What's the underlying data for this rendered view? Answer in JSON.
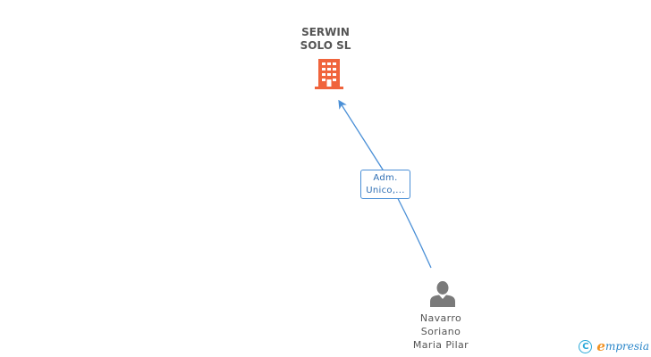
{
  "colors": {
    "company_icon": "#f0643c",
    "person_icon": "#7a7a7a",
    "edge": "#4a8fd6",
    "label_text": "#555555",
    "brand_orange": "#f29222",
    "brand_blue": "#2a86c9"
  },
  "company": {
    "name_line1": "SERWIN",
    "name_line2": "SOLO SL",
    "icon": "building-icon"
  },
  "relation": {
    "label_line1": "Adm.",
    "label_line2": "Unico,..."
  },
  "person": {
    "name_line1": "Navarro",
    "name_line2": "Soriano",
    "name_line3": "Maria Pilar",
    "icon": "person-icon"
  },
  "watermark": {
    "symbol": "C",
    "brand_initial": "e",
    "brand_rest": "mpresia"
  }
}
